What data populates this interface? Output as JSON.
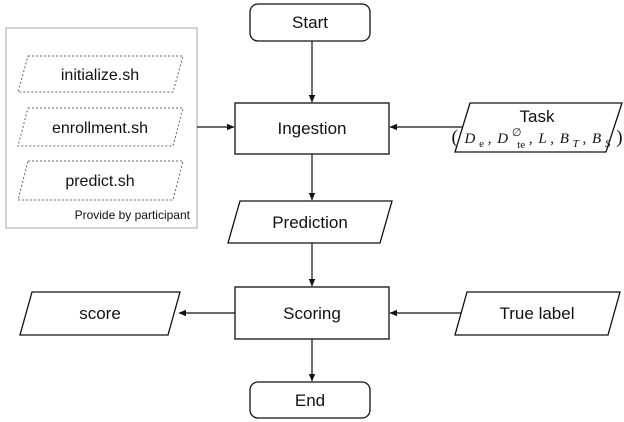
{
  "nodes": {
    "start": "Start",
    "ingestion": "Ingestion",
    "prediction": "Prediction",
    "scoring": "Scoring",
    "end": "End",
    "score": "score",
    "true_label": "True label",
    "task": "Task"
  },
  "task_formula": {
    "open": "(",
    "d": "D",
    "e_sub": "e",
    "comma1": ",",
    "d2": "D",
    "empty_sup": "∅",
    "te_sub": "te",
    "comma2": ",",
    "l": "L",
    "comma3": ",",
    "b1": "B",
    "t_sub": "T",
    "comma4": ",",
    "b2": "B",
    "s_sub": "S",
    "close": ")"
  },
  "participant_group": {
    "scripts": [
      "initialize.sh",
      "enrollment.sh",
      "predict.sh"
    ],
    "caption": "Provide by participant"
  },
  "colors": {
    "stroke": "#111111",
    "group_border": "#aaaaaa",
    "script_dash": "#666666"
  }
}
